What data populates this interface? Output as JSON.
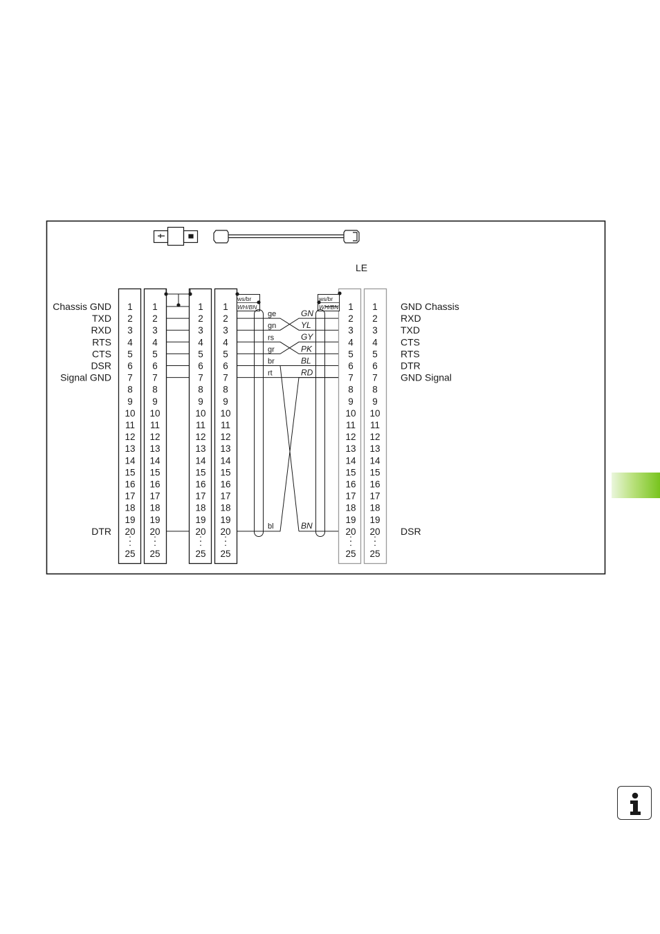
{
  "diagram": {
    "connector_label": "LE",
    "left_signals": [
      "Chassis GND",
      "TXD",
      "RXD",
      "RTS",
      "CTS",
      "DSR",
      "Signal GND"
    ],
    "left_dtr_label": "DTR",
    "right_signals": [
      "GND  Chassis",
      "RXD",
      "TXD",
      "CTS",
      "RTS",
      "DTR",
      "GND  Signal"
    ],
    "right_dsr_label": "DSR",
    "pins_main": [
      "1",
      "2",
      "3",
      "4",
      "5",
      "6",
      "7",
      "8",
      "9",
      "10",
      "11",
      "12",
      "13",
      "14",
      "15",
      "16",
      "17",
      "18",
      "19",
      "20"
    ],
    "pin_last": "25",
    "ellipsis": ":",
    "shield_label_de": "ws/br",
    "shield_label_en": "WH/BN",
    "wire_colors_de": [
      "ge",
      "gn",
      "rs",
      "gr",
      "br",
      "rt"
    ],
    "wire_colors_en": [
      "GN",
      "YL",
      "GY",
      "PK",
      "BL",
      "RD"
    ],
    "wire20_de": "bl",
    "wire20_en": "BN"
  },
  "colors": {
    "accent_green": "#78c41e",
    "line": "#1a1a1a",
    "light_box": "#9a9a9a"
  },
  "icons": {
    "info": "info-icon",
    "adapter": "adapter-icon",
    "cable": "cable-icon"
  }
}
